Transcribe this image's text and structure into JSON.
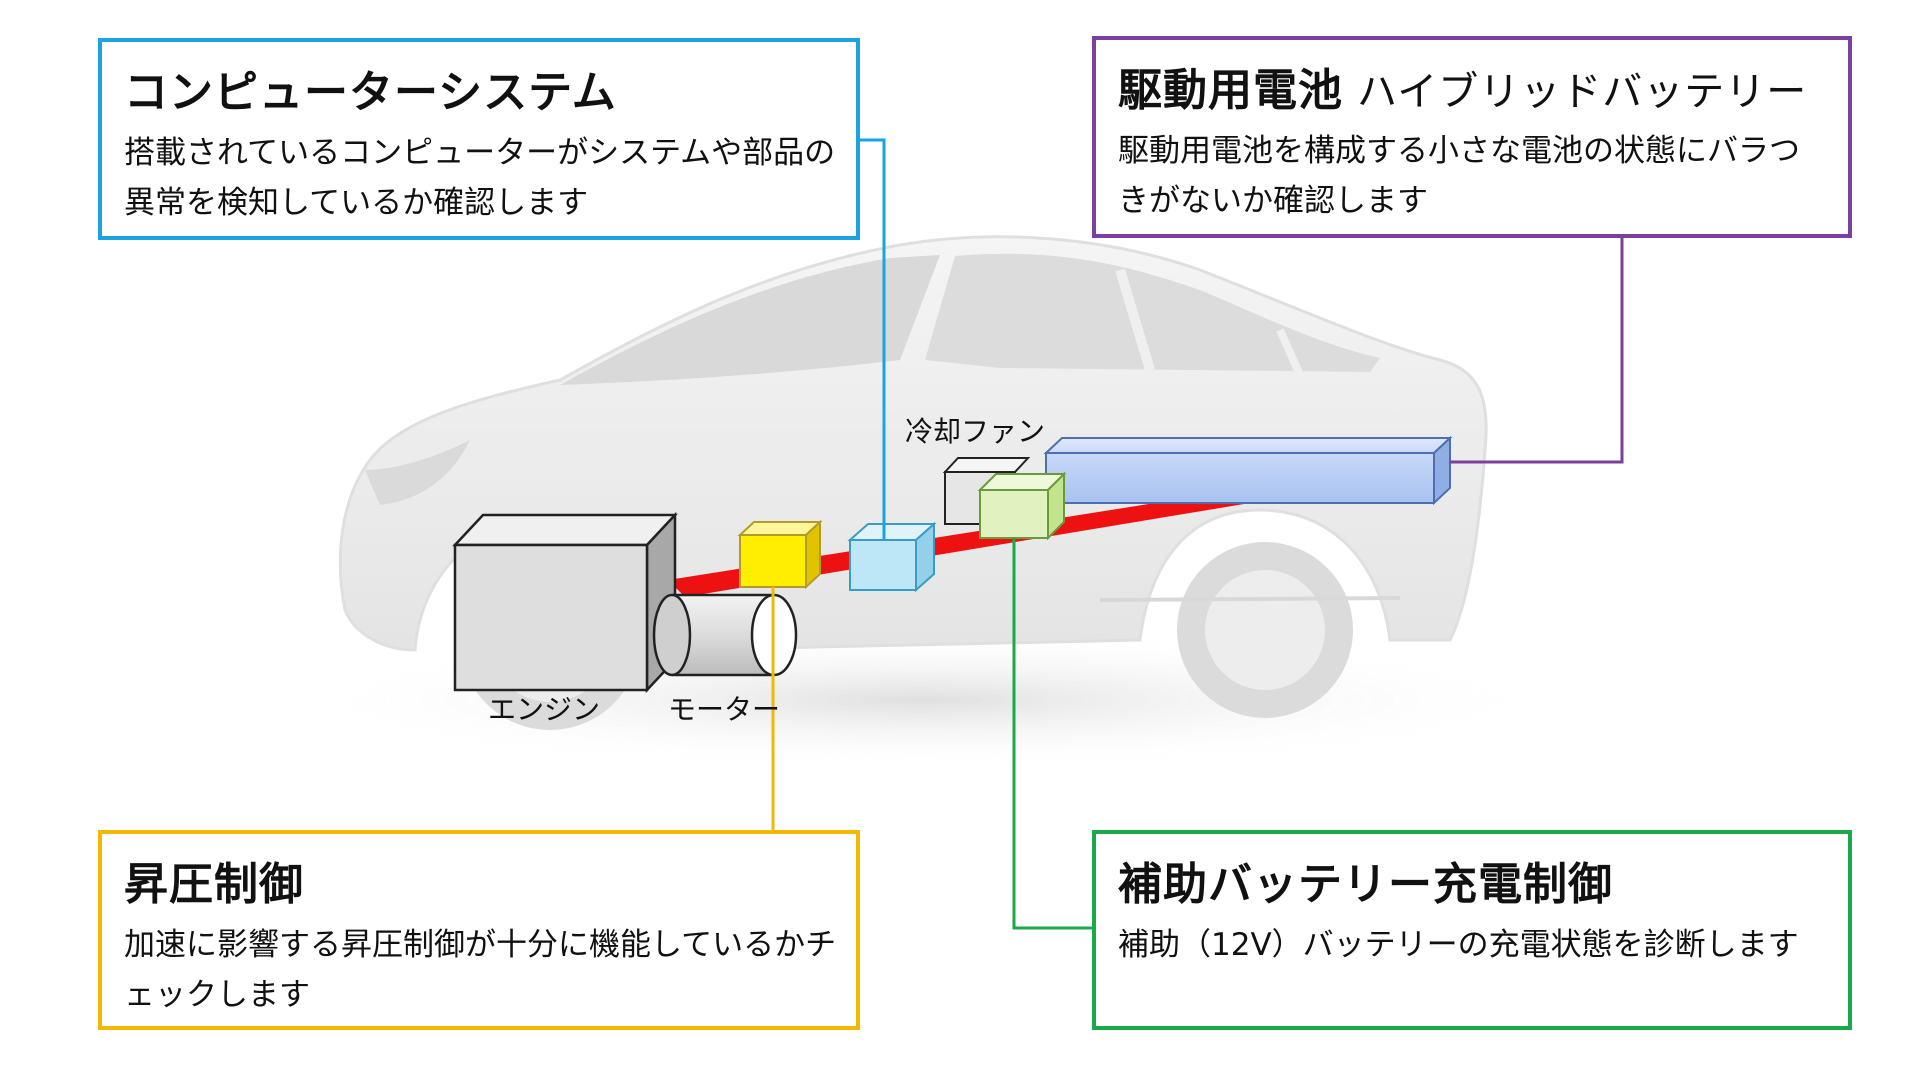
{
  "boxes": {
    "computer": {
      "title": "コンピューターシステム",
      "desc": "搭載されているコンピューターがシステムや部品の異常を検知しているか確認します",
      "color": "#1aa3e0"
    },
    "battery": {
      "title": "駆動用電池",
      "subtitle": "ハイブリッドバッテリー",
      "desc": "駆動用電池を構成する小さな電池の状態にバラつきがないか確認します",
      "color": "#7b3fa0"
    },
    "boost": {
      "title": "昇圧制御",
      "desc": "加速に影響する昇圧制御が十分に機能しているかチェックします",
      "color": "#f5b800"
    },
    "aux": {
      "title": "補助バッテリー充電制御",
      "desc": "補助（12V）バッテリーの充電状態を診断します",
      "color": "#1aa84a"
    }
  },
  "labels": {
    "engine": "エンジン",
    "motor": "モーター",
    "fan": "冷却ファン"
  },
  "component_colors": {
    "engine": "#e0e0e0",
    "motor": "#e6e6e6",
    "boost_unit": "#ffee00",
    "computer_unit": "#bde6f7",
    "fan_unit": "#e8e8e8",
    "aux_unit": "#dff2c0",
    "battery_unit": "#bfd4f7",
    "power_line": "#ee1111"
  }
}
